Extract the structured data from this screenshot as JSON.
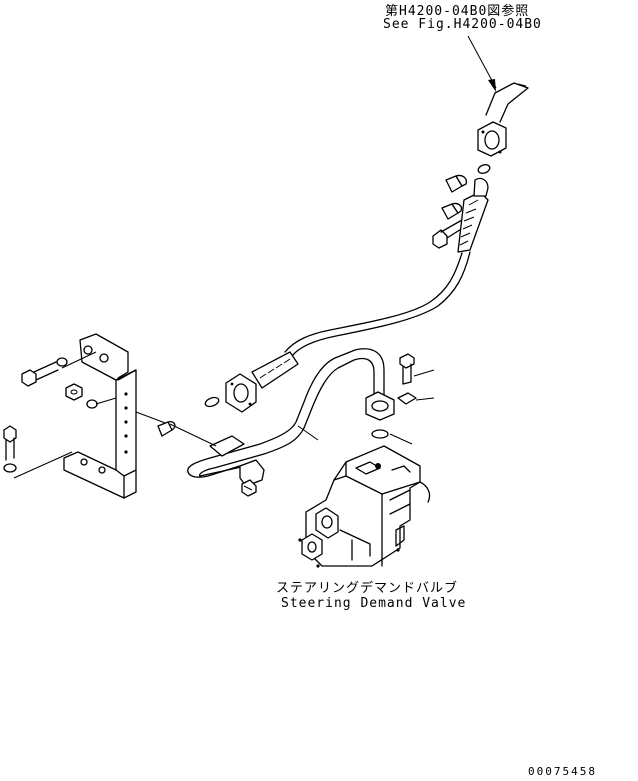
{
  "reference": {
    "jp": "第H4200-04B0図参照",
    "en": "See Fig.H4200-04B0"
  },
  "valve_label": {
    "jp": "ステアリングデマンドバルブ",
    "en": "Steering Demand Valve"
  },
  "document_number": "00075458"
}
